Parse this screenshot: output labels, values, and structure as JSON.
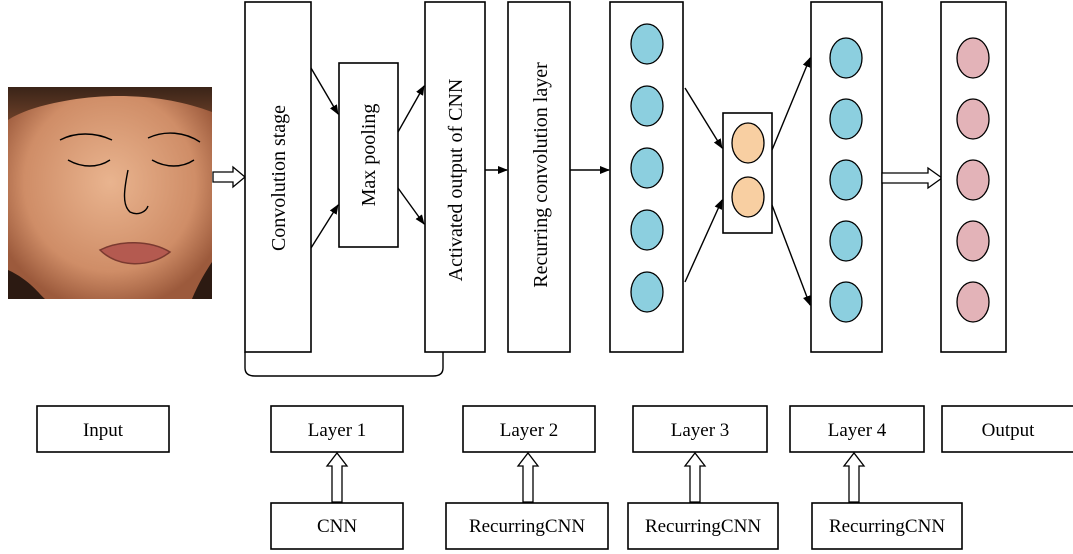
{
  "diagram": {
    "stage_labels": {
      "convolution_stage": "Convolution stage",
      "max_pooling": "Max pooling",
      "activated_output": "Activated output of CNN",
      "recurring_conv_layer": "Recurring convolution layer"
    },
    "row_labels": {
      "input": "Input",
      "layer1": "Layer 1",
      "layer2": "Layer 2",
      "layer3": "Layer 3",
      "layer4": "Layer 4",
      "output": "Output"
    },
    "source_labels": {
      "cnn": "CNN",
      "rcnn2": "RecurringCNN",
      "rcnn3": "RecurringCNN",
      "rcnn4": "RecurringCNN"
    },
    "node_counts": {
      "layer_a": 5,
      "bottleneck": 2,
      "layer_b": 5,
      "output": 5
    },
    "colors": {
      "blue_node": "#8ccfdf",
      "bottleneck_node": "#f8cfa2",
      "output_node": "#e3b3b8"
    }
  }
}
